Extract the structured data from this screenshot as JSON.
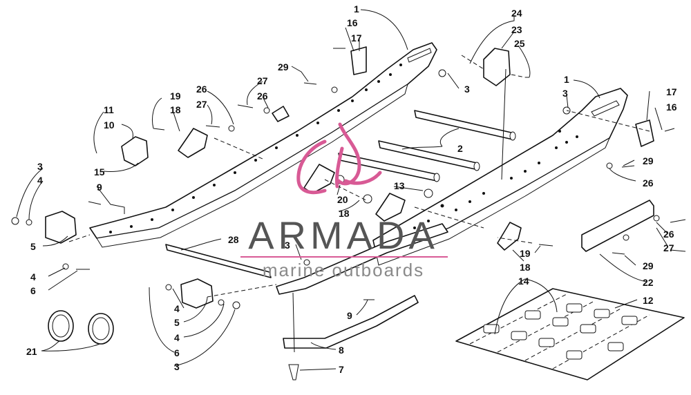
{
  "watermark": {
    "brand": "ARMADA",
    "tagline": "marine outboards",
    "colors": {
      "logo": "#d85a95",
      "text": "#555555",
      "tagline": "#8a8a8a"
    }
  },
  "callouts": {
    "c1a": "1",
    "c16a": "16",
    "c17a": "17",
    "c24": "24",
    "c23": "23",
    "c25": "25",
    "c29a": "29",
    "c27a": "27",
    "c26a": "26",
    "c3a": "3",
    "c1b": "1",
    "c3b": "3",
    "c17b": "17",
    "c16b": "16",
    "c26b": "26",
    "c19a": "19",
    "c18a": "18",
    "c27b": "27",
    "c11": "11",
    "c10": "10",
    "c15": "15",
    "c2": "2",
    "c29b": "29",
    "c26c": "26",
    "c3c": "3",
    "c4a": "4",
    "c9a": "9",
    "c13": "13",
    "c20": "20",
    "c18b": "18",
    "c5a": "5",
    "c28": "28",
    "c3d": "3",
    "c26d": "26",
    "c27c": "27",
    "c4b": "4",
    "c6a": "6",
    "c19b": "19",
    "c18c": "18",
    "c29c": "29",
    "c22": "22",
    "c14": "14",
    "c12": "12",
    "c4c": "4",
    "c5b": "5",
    "c4d": "4",
    "c9b": "9",
    "c21": "21",
    "c6b": "6",
    "c3e": "3",
    "c8": "8",
    "c7": "7"
  }
}
